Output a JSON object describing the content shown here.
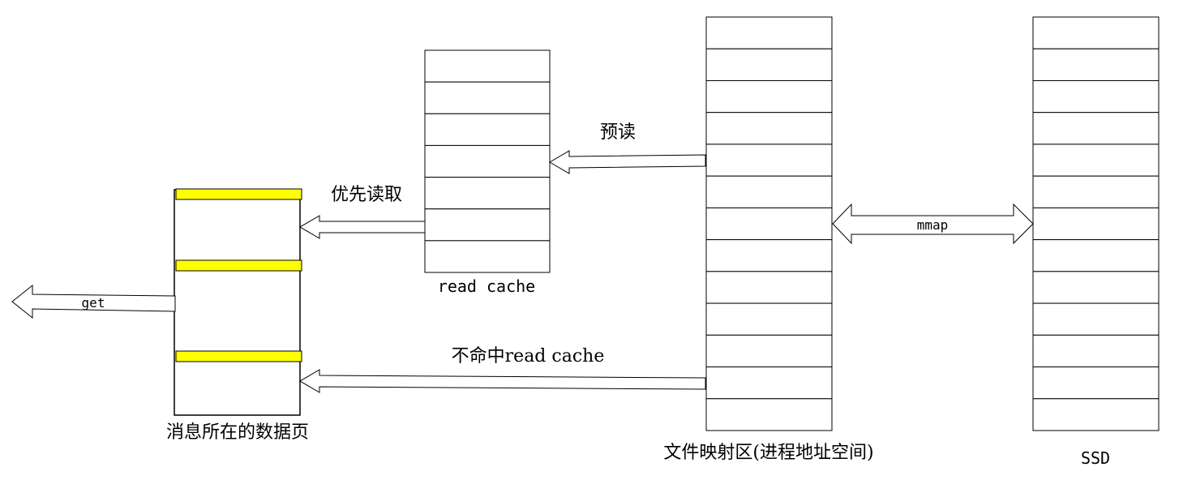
{
  "labels": {
    "read_cache": "read cache",
    "preread": "预读",
    "priority_read": "优先读取",
    "cache_miss": "不命中read cache",
    "data_page": "消息所在的数据页",
    "file_map": "文件映射区(进程地址空间)",
    "ssd": "SSD",
    "mmap": "mmap",
    "get": "get"
  },
  "colors": {
    "stroke": "#000000",
    "highlight": "#ffff00"
  }
}
